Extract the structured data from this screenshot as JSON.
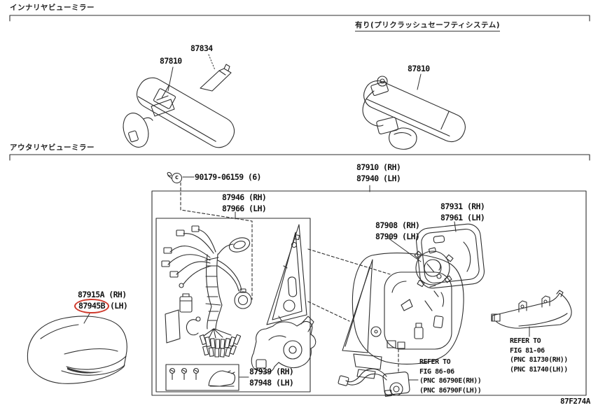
{
  "diagram": {
    "figure_code": "87F274A",
    "inner_section": {
      "heading": "インナリヤビューミラー",
      "standard": {
        "mirror": "87810",
        "cover": "87834"
      },
      "precrash": {
        "heading": "有り(プリクラッシュセーフティシステム)",
        "mirror": "87810"
      }
    },
    "outer_section": {
      "heading": "アウタリヤビューミラー",
      "screw": {
        "symbol": "c",
        "number": "90179-06159 (6)"
      },
      "assembly": {
        "rh": "87910 (RH)",
        "lh": "87940 (LH)"
      },
      "harness": {
        "rh": "87946 (RH)",
        "lh": "87966 (LH)"
      },
      "glass": {
        "rh": "87931 (RH)",
        "lh": "87961 (LH)"
      },
      "actuator": {
        "rh": "87908 (RH)",
        "lh": "87909 (LH)"
      },
      "outer_cover": {
        "rh": "87915A (RH)",
        "lh_number": "87945B",
        "lh_suffix": "(LH)"
      },
      "repair_kit": {
        "rh": "87939 (RH)",
        "lh": "87948 (LH)"
      },
      "camera_ref": {
        "l1": "REFER TO",
        "l2": "FIG 86-06",
        "l3": "(PNC 86790E(RH))",
        "l4": "(PNC 86790F(LH))"
      },
      "lamp_ref": {
        "l1": "REFER TO",
        "l2": "FIG 81-06",
        "l3": "(PNC 81730(RH))",
        "l4": "(PNC 81740(LH))"
      }
    },
    "colors": {
      "line": "#2e2e2e",
      "highlight_red": "#cf3a2c",
      "background": "#ffffff"
    }
  }
}
